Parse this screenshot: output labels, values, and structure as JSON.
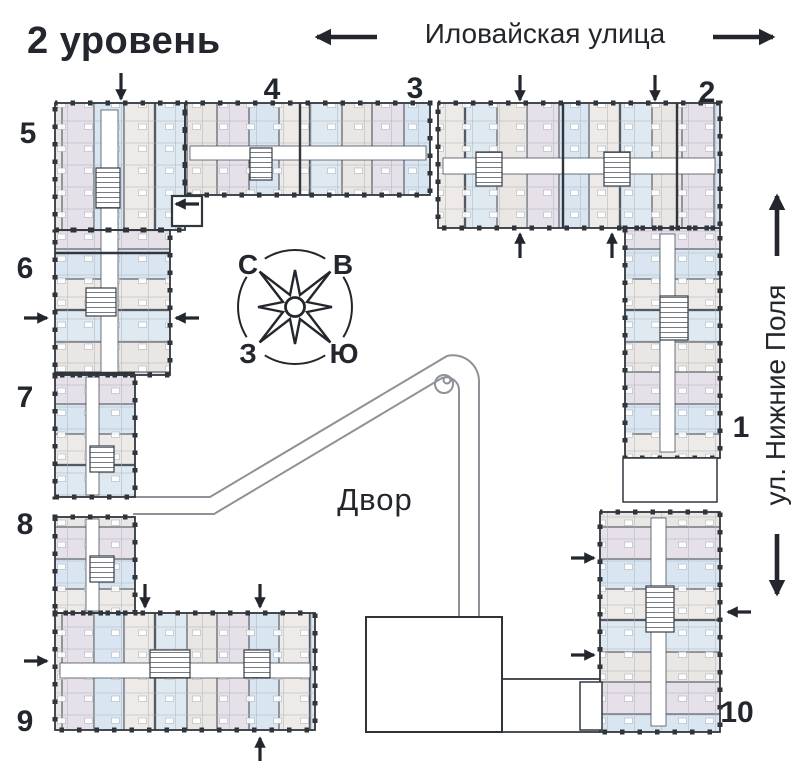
{
  "title": "2 уровень",
  "streets": {
    "top": "Иловайская улица",
    "right": "ул. Нижние Поля"
  },
  "courtyard": {
    "label": "Двор"
  },
  "compass": {
    "north": "С",
    "east": "В",
    "west": "З",
    "south": "Ю"
  },
  "building_labels": {
    "b1": "1",
    "b2": "2",
    "b3": "3",
    "b4": "4",
    "b5": "5",
    "b6": "6",
    "b7": "7",
    "b8": "8",
    "b9": "9",
    "b10": "10"
  },
  "colors": {
    "wall": "#32373e",
    "text": "#23272d",
    "road": "#8d9298",
    "unit_blue": "#dfe9f2",
    "unit_blue2": "#d9e6f1",
    "unit_gray": "#eae6e4",
    "unit_warm": "#edeae7",
    "unit_lilac": "#e6e0e8"
  }
}
